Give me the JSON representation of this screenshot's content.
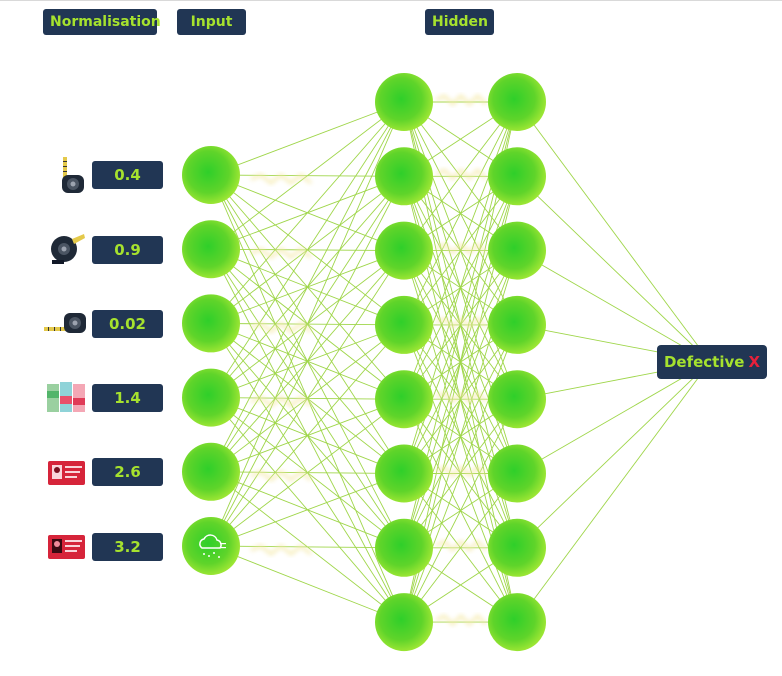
{
  "headers": {
    "normalisation": "Normalisation",
    "input": "Input",
    "hidden": "Hidden"
  },
  "inputs": [
    {
      "value": "0.4",
      "icon": "tape-measure-upright-icon"
    },
    {
      "value": "0.9",
      "icon": "tape-measure-tilted-icon"
    },
    {
      "value": "0.02",
      "icon": "tape-measure-extended-icon"
    },
    {
      "value": "1.4",
      "icon": "color-swatch-icon"
    },
    {
      "value": "2.6",
      "icon": "id-card-icon"
    },
    {
      "value": "3.2",
      "icon": "id-card-dark-icon"
    }
  ],
  "output": {
    "label": "Defective",
    "mark": "X"
  },
  "network": {
    "input_nodes": 6,
    "hidden_layers": 2,
    "hidden_nodes_per_layer": 8,
    "output_nodes": 1
  },
  "colors": {
    "node": "#5fd42a",
    "node_highlight": "#b9f27a",
    "edge": "#9fd64a",
    "label_bg": "#213654",
    "label_text": "#a6e22e",
    "x_mark": "#e8203a",
    "spark": "#f4e9a8"
  }
}
